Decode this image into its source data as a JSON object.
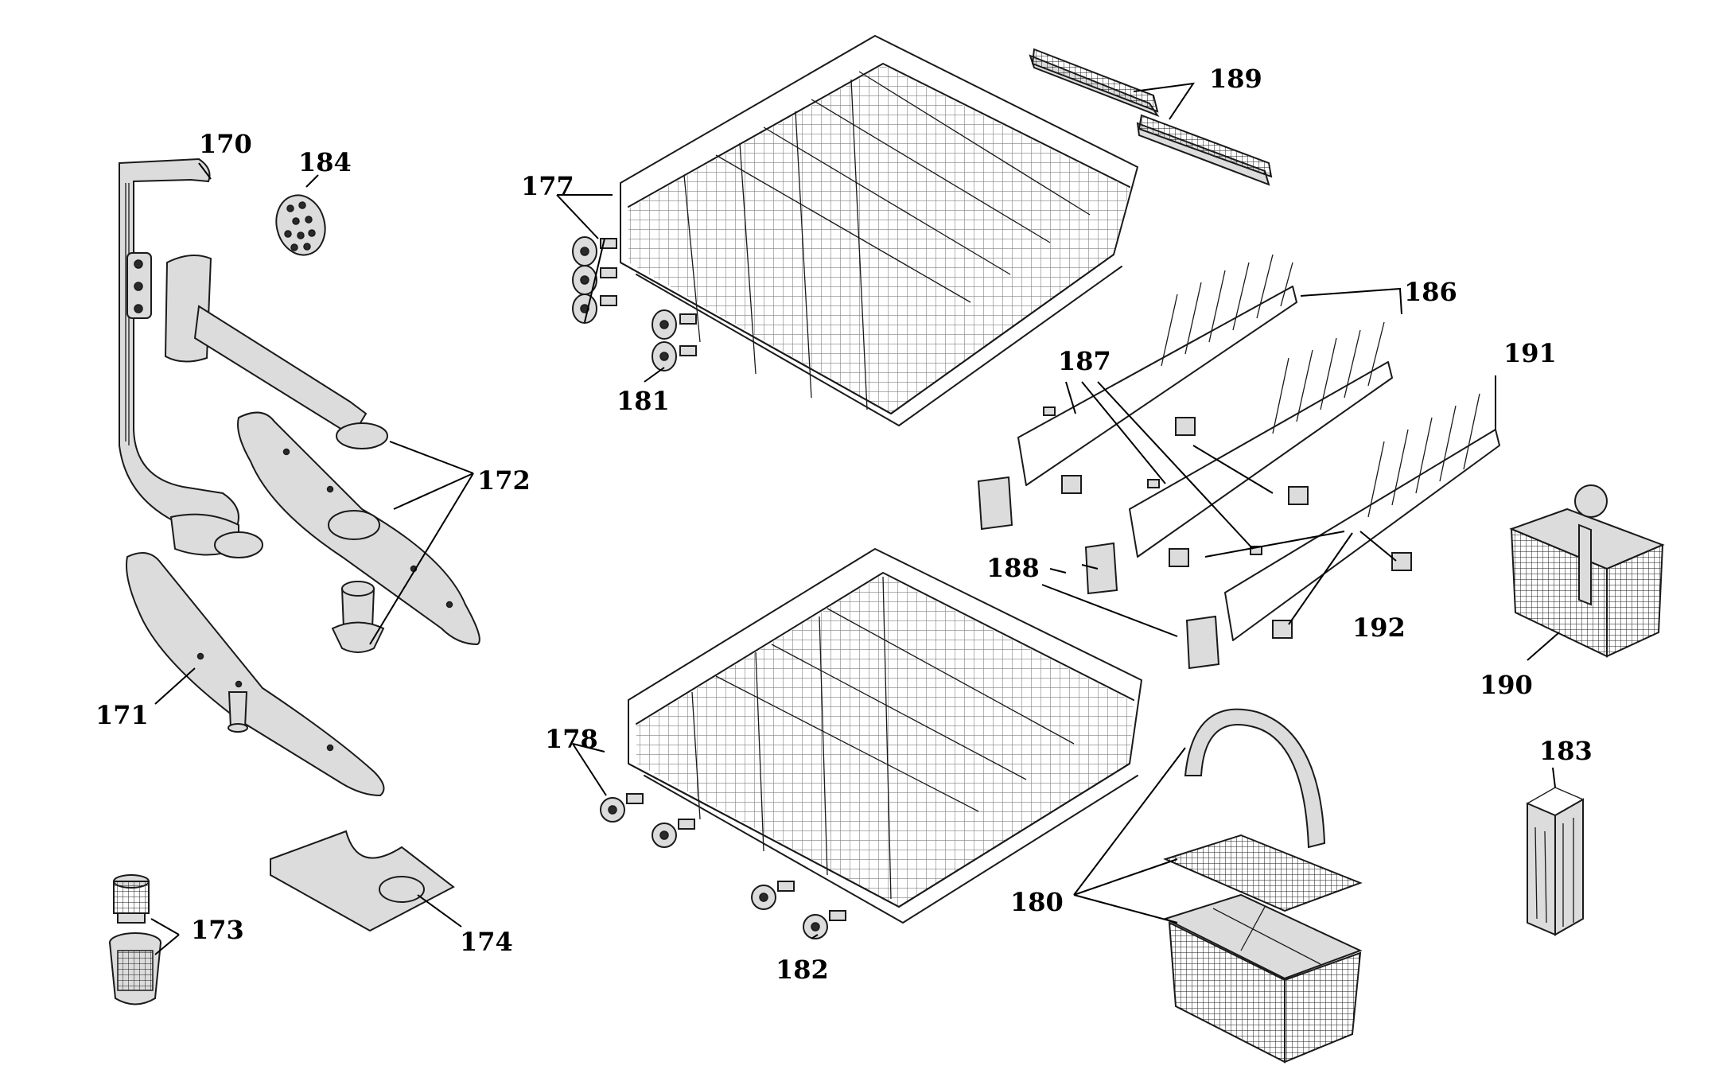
{
  "diagram": {
    "callouts": {
      "c170": "170",
      "c171": "171",
      "c172": "172",
      "c173": "173",
      "c174": "174",
      "c177": "177",
      "c178": "178",
      "c180": "180",
      "c181": "181",
      "c182": "182",
      "c183": "183",
      "c184": "184",
      "c186": "186",
      "c187": "187",
      "c188": "188",
      "c189": "189",
      "c190": "190",
      "c191": "191",
      "c192": "192"
    }
  }
}
